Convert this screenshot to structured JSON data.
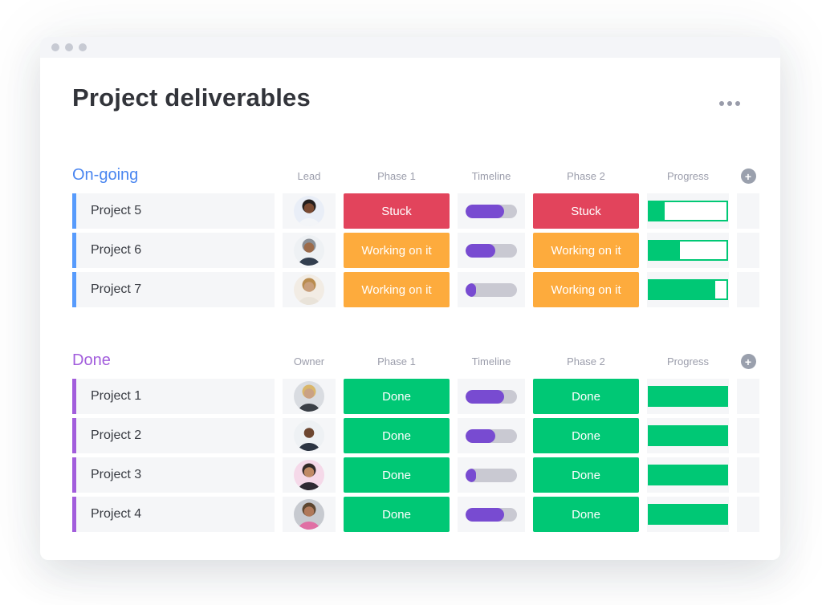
{
  "window": {
    "title": "Project deliverables",
    "titlebar_dots": 3,
    "menu_icon": "ellipsis-menu"
  },
  "colors": {
    "status_red": "#e2445c",
    "status_orange": "#fdab3d",
    "status_green": "#00c875",
    "timeline_fill": "#784bd1",
    "timeline_track": "#c9c9d2",
    "progress_green": "#00c875",
    "row_bg": "#f5f6f8"
  },
  "groups": [
    {
      "id": "ongoing",
      "title": "On-going",
      "title_color": "#4a86f0",
      "accent_color": "#579bfc",
      "headers": {
        "person": "Lead",
        "phase1": "Phase 1",
        "timeline": "Timeline",
        "phase2": "Phase 2",
        "progress": "Progress"
      },
      "add_column_icon": "plus-icon",
      "rows": [
        {
          "name": "Project 5",
          "avatar": {
            "desc": "woman-dark-curly-hair",
            "bg": "#e9eef7",
            "skin": "#7a4a32",
            "hair": "#241f1e",
            "shirt": "#f3f5f8"
          },
          "phase1": {
            "label": "Stuck",
            "color": "#e2445c"
          },
          "timeline_pct": 75,
          "phase2": {
            "label": "Stuck",
            "color": "#e2445c"
          },
          "progress_pct": 20
        },
        {
          "name": "Project 6",
          "avatar": {
            "desc": "man-with-cap",
            "bg": "#eef1f4",
            "skin": "#9c6b4a",
            "hair": "#8a8f96",
            "shirt": "#333f4f"
          },
          "phase1": {
            "label": "Working on it",
            "color": "#fdab3d"
          },
          "timeline_pct": 58,
          "phase2": {
            "label": "Working on it",
            "color": "#fdab3d"
          },
          "progress_pct": 40
        },
        {
          "name": "Project 7",
          "avatar": {
            "desc": "woman-blonde-hair",
            "bg": "#f2ece4",
            "skin": "#c99f7c",
            "hair": "#b98c4f",
            "shirt": "#e9e3d9"
          },
          "phase1": {
            "label": "Working on it",
            "color": "#fdab3d"
          },
          "timeline_pct": 20,
          "phase2": {
            "label": "Working on it",
            "color": "#fdab3d"
          },
          "progress_pct": 85
        }
      ]
    },
    {
      "id": "done",
      "title": "Done",
      "title_color": "#a25ddc",
      "accent_color": "#a25ddc",
      "headers": {
        "person": "Owner",
        "phase1": "Phase 1",
        "timeline": "Timeline",
        "phase2": "Phase 2",
        "progress": "Progress"
      },
      "add_column_icon": "plus-icon",
      "rows": [
        {
          "name": "Project 1",
          "avatar": {
            "desc": "man-blond-hair",
            "bg": "#d9dce1",
            "skin": "#caa184",
            "hair": "#d9b66a",
            "shirt": "#3a3f46"
          },
          "phase1": {
            "label": "Done",
            "color": "#00c875"
          },
          "timeline_pct": 75,
          "phase2": {
            "label": "Done",
            "color": "#00c875"
          },
          "progress_pct": 100
        },
        {
          "name": "Project 2",
          "avatar": {
            "desc": "man-bald-dark-skin",
            "bg": "#eef1f4",
            "skin": "#6d4630",
            "hair": null,
            "shirt": "#2c3442"
          },
          "phase1": {
            "label": "Done",
            "color": "#00c875"
          },
          "timeline_pct": 58,
          "phase2": {
            "label": "Done",
            "color": "#00c875"
          },
          "progress_pct": 100
        },
        {
          "name": "Project 3",
          "avatar": {
            "desc": "woman-dark-hair-pink-bg",
            "bg": "#f5d9e9",
            "skin": "#c08a66",
            "hair": "#332a28",
            "shirt": "#2f2a33"
          },
          "phase1": {
            "label": "Done",
            "color": "#00c875"
          },
          "timeline_pct": 20,
          "phase2": {
            "label": "Done",
            "color": "#00c875"
          },
          "progress_pct": 100
        },
        {
          "name": "Project 4",
          "avatar": {
            "desc": "man-beard-pink-shirt",
            "bg": "#c7cad0",
            "skin": "#b0795a",
            "hair": "#5d4630",
            "shirt": "#e06fa4"
          },
          "phase1": {
            "label": "Done",
            "color": "#00c875"
          },
          "timeline_pct": 75,
          "phase2": {
            "label": "Done",
            "color": "#00c875"
          },
          "progress_pct": 100
        }
      ]
    }
  ]
}
